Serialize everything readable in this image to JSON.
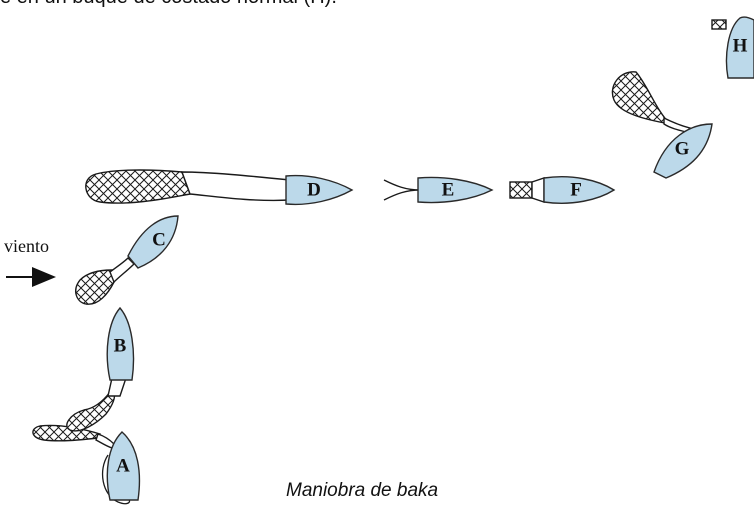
{
  "top_text": "e en un buque de costado normal (H).",
  "wind_label": "viento",
  "caption": "Maniobra de baka",
  "boats": [
    {
      "id": "A",
      "label": "A"
    },
    {
      "id": "B",
      "label": "B"
    },
    {
      "id": "C",
      "label": "C"
    },
    {
      "id": "D",
      "label": "D"
    },
    {
      "id": "E",
      "label": "E"
    },
    {
      "id": "F",
      "label": "F"
    },
    {
      "id": "G",
      "label": "G"
    },
    {
      "id": "H",
      "label": "H"
    }
  ],
  "colors": {
    "boat_fill": "#bcd9ea",
    "outline": "#1a1a1a",
    "background": "#ffffff"
  }
}
